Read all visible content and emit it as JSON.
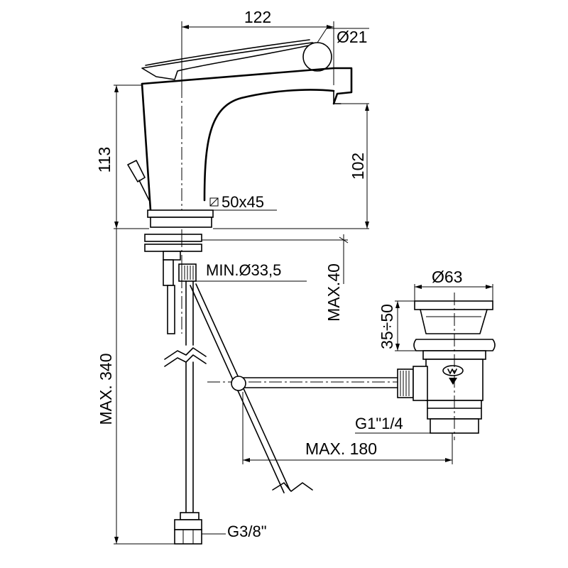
{
  "dimensions": {
    "spout_reach": "122",
    "lever_diameter": "Ø21",
    "body_height": "113",
    "spout_height": "102",
    "base_size": "50x45",
    "hole_diameter": "MIN.Ø33,5",
    "deck_thickness": "MAX.40",
    "hose_length": "MAX. 340",
    "waste_diameter": "Ø63",
    "waste_range": "35÷50",
    "waste_thread": "G1\"1/4",
    "rod_length": "MAX. 180",
    "hose_thread": "G3/8\""
  },
  "icons": {
    "square_symbol": "square-section-icon"
  }
}
